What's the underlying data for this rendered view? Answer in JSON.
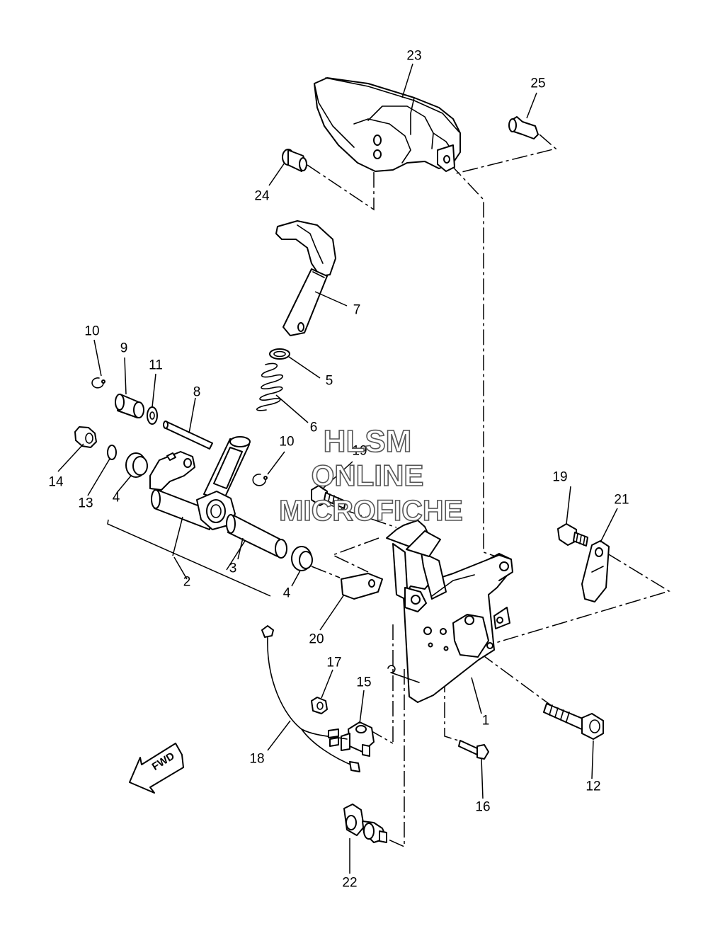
{
  "parts": [
    {
      "n": "1"
    },
    {
      "n": "2"
    },
    {
      "n": "3"
    },
    {
      "n": "4"
    },
    {
      "n": "4"
    },
    {
      "n": "5"
    },
    {
      "n": "6"
    },
    {
      "n": "7"
    },
    {
      "n": "8"
    },
    {
      "n": "9"
    },
    {
      "n": "10"
    },
    {
      "n": "10"
    },
    {
      "n": "11"
    },
    {
      "n": "12"
    },
    {
      "n": "13"
    },
    {
      "n": "14"
    },
    {
      "n": "15"
    },
    {
      "n": "16"
    },
    {
      "n": "17"
    },
    {
      "n": "18"
    },
    {
      "n": "19"
    },
    {
      "n": "19"
    },
    {
      "n": "20"
    },
    {
      "n": "21"
    },
    {
      "n": "22"
    },
    {
      "n": "23"
    },
    {
      "n": "24"
    },
    {
      "n": "25"
    }
  ],
  "watermark": {
    "line1": "HLSM",
    "line2": "ONLINE",
    "line3": "MICROFICHE"
  },
  "direction_label": "FWD"
}
